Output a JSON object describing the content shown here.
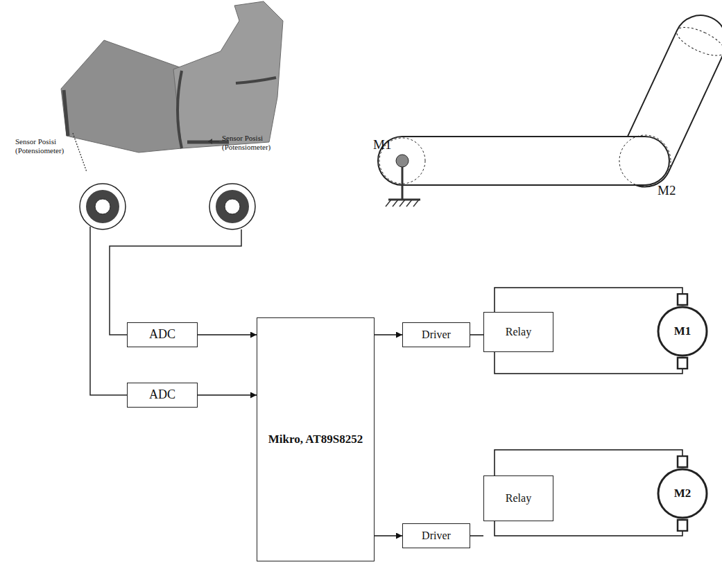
{
  "diagram": {
    "nodes": [
      {
        "text": [
          "ADC"
        ]
      },
      {
        "text": [
          "ADC"
        ]
      },
      {
        "text": [
          "Mikro, AT89S8252"
        ]
      },
      {
        "text": [
          "Driver"
        ]
      },
      {
        "text": [
          "Relay"
        ]
      },
      {
        "text": [
          "M1"
        ]
      },
      {
        "text": [
          "Driver"
        ]
      },
      {
        "text": [
          "Relay"
        ]
      },
      {
        "text": [
          "M2"
        ]
      }
    ],
    "edges": [
      {
        "from": 0,
        "to": 2,
        "arrow": "to"
      },
      {
        "from": 1,
        "to": 2,
        "arrow": "to"
      },
      {
        "from": 2,
        "to": 3,
        "arrow": "to"
      },
      {
        "from": 2,
        "to": 6,
        "arrow": "to"
      },
      {
        "from": 3,
        "to": 4,
        "arrow": "none"
      },
      {
        "from": 6,
        "to": 7,
        "arrow": "none"
      },
      {
        "from": 4,
        "to": 5,
        "arrow": "none"
      },
      {
        "from": 4,
        "to": 5,
        "arrow": "none"
      },
      {
        "from": 7,
        "to": 8,
        "arrow": "none"
      },
      {
        "from": 7,
        "to": 8,
        "arrow": "none"
      }
    ],
    "labels": [
      "Sensor Posisi (Potensiometer)",
      "Sensor Posisi (Potensiometer)",
      "M1",
      "M2"
    ]
  }
}
